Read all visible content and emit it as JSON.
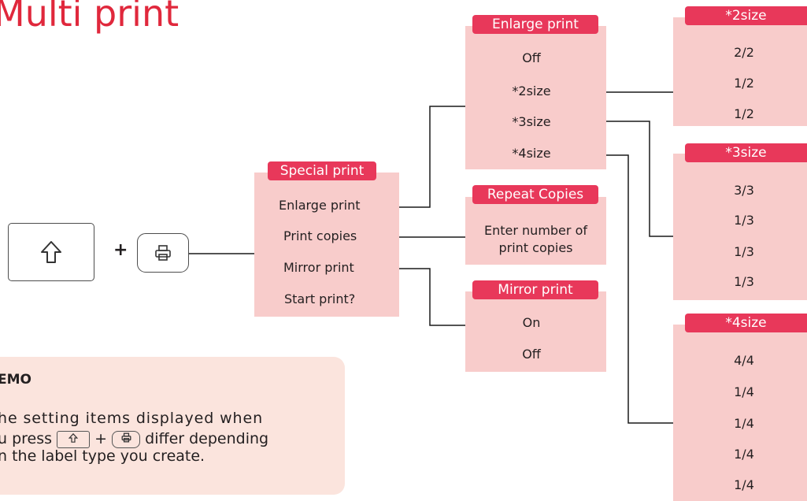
{
  "title": "Multi print",
  "keys": {
    "shift": {
      "icon": "shift-arrow-icon",
      "symbol": "⇧"
    },
    "plus": "+",
    "print": {
      "icon": "printer-icon"
    }
  },
  "special_print": {
    "header": "Special print",
    "items": [
      "Enlarge print",
      "Print copies",
      "Mirror print",
      "Start print?"
    ]
  },
  "enlarge_print": {
    "header": "Enlarge print",
    "items": [
      "Off",
      "*2size",
      "*3size",
      "*4size"
    ]
  },
  "repeat_copies": {
    "header": "Repeat Copies",
    "text_line1": "Enter number of",
    "text_line2": "print copies"
  },
  "mirror_print": {
    "header": "Mirror print",
    "items": [
      "On",
      "Off"
    ]
  },
  "size2": {
    "header": "*2size",
    "items": [
      "2/2",
      "1/2",
      "1/2"
    ]
  },
  "size3": {
    "header": "*3size",
    "items": [
      "3/3",
      "1/3",
      "1/3",
      "1/3"
    ]
  },
  "size4": {
    "header": "*4size",
    "items": [
      "4/4",
      "1/4",
      "1/4",
      "1/4",
      "1/4"
    ]
  },
  "memo": {
    "title": "EMO",
    "line1": "he setting items displayed when",
    "line2_prefix": "u press",
    "line2_plus": "+",
    "line2_suffix": "differ depending",
    "line3": "n the label type you create."
  },
  "colors": {
    "accent_red": "#e0283c",
    "header_pink": "#e8385a",
    "box_pink": "#f8cccb",
    "memo_bg": "#fbe4dd"
  }
}
